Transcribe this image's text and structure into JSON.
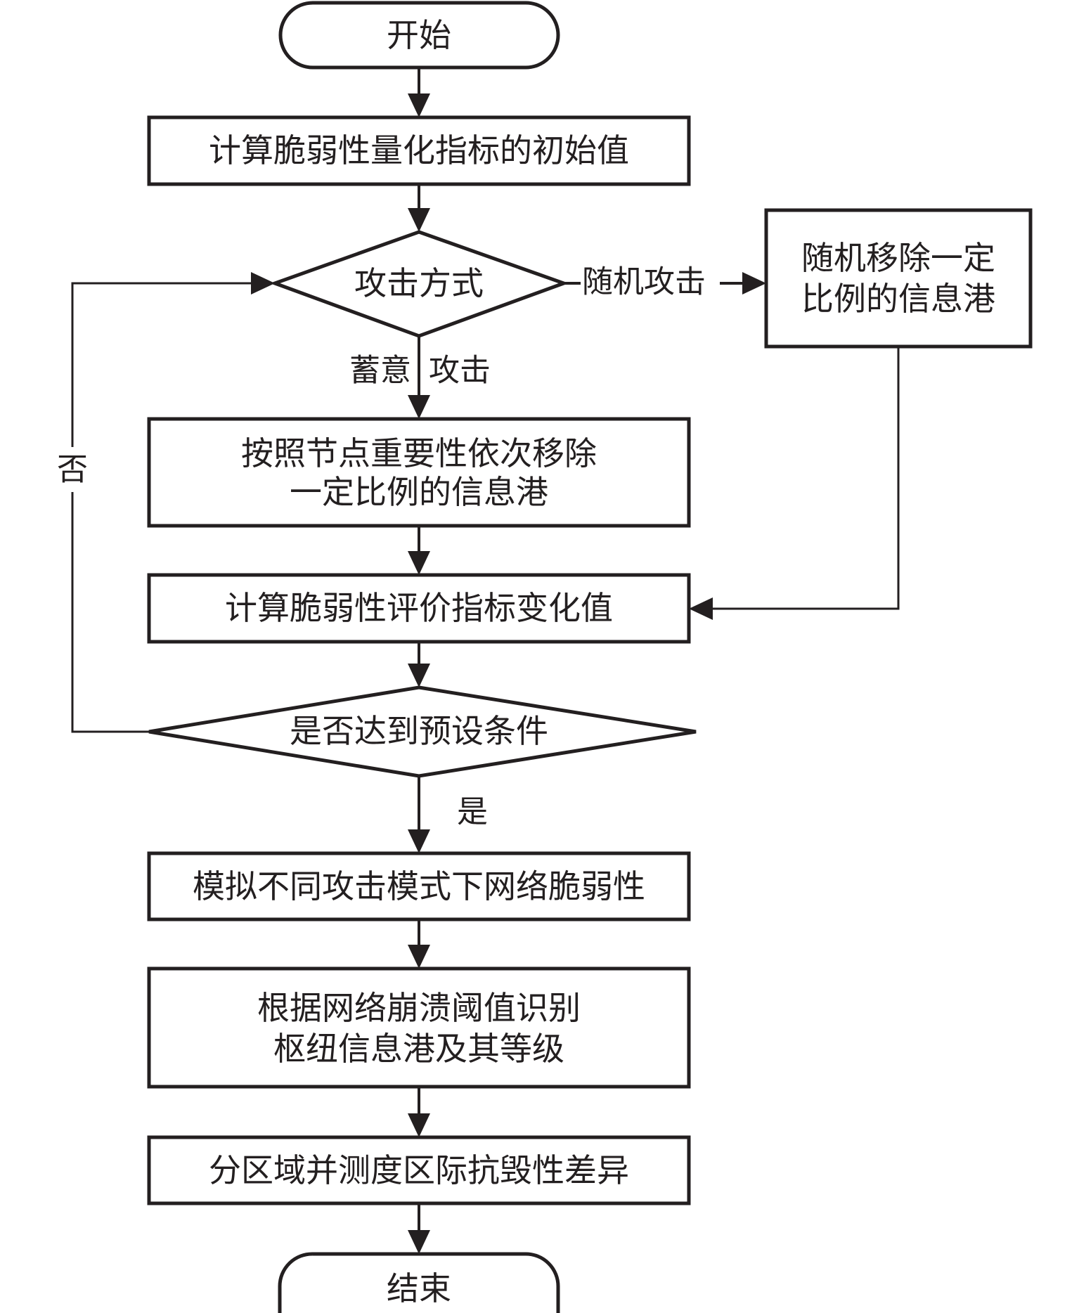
{
  "diagram": {
    "type": "flowchart",
    "nodes": {
      "start": {
        "shape": "terminator",
        "label": "开始"
      },
      "calc_initial": {
        "shape": "process",
        "label": "计算脆弱性量化指标的初始值"
      },
      "attack_mode": {
        "shape": "decision",
        "label": "攻击方式"
      },
      "random_remove": {
        "shape": "process",
        "lines": [
          "随机移除一定",
          "比例的信息港"
        ]
      },
      "targeted_remove": {
        "shape": "process",
        "lines": [
          "按照节点重要性依次移除",
          "一定比例的信息港"
        ]
      },
      "calc_change": {
        "shape": "process",
        "label": "计算脆弱性评价指标变化值"
      },
      "condition": {
        "shape": "decision",
        "label": "是否达到预设条件"
      },
      "simulate": {
        "shape": "process",
        "label": "模拟不同攻击模式下网络脆弱性"
      },
      "identify_hubs": {
        "shape": "process",
        "lines": [
          "根据网络崩溃阈值识别",
          "枢纽信息港及其等级"
        ]
      },
      "regional": {
        "shape": "process",
        "label": "分区域并测度区际抗毁性差异"
      },
      "end": {
        "shape": "terminator",
        "label": "结束"
      }
    },
    "edges": [
      {
        "from": "start",
        "to": "calc_initial",
        "label": ""
      },
      {
        "from": "calc_initial",
        "to": "attack_mode",
        "label": ""
      },
      {
        "from": "attack_mode",
        "to": "random_remove",
        "label": "随机攻击"
      },
      {
        "from": "attack_mode",
        "to": "targeted_remove",
        "label": "蓄意 攻击",
        "label_parts": [
          "蓄意",
          "攻击"
        ]
      },
      {
        "from": "targeted_remove",
        "to": "calc_change",
        "label": ""
      },
      {
        "from": "random_remove",
        "to": "calc_change",
        "label": ""
      },
      {
        "from": "calc_change",
        "to": "condition",
        "label": ""
      },
      {
        "from": "condition",
        "to": "attack_mode",
        "label": "否"
      },
      {
        "from": "condition",
        "to": "simulate",
        "label": "是"
      },
      {
        "from": "simulate",
        "to": "identify_hubs",
        "label": ""
      },
      {
        "from": "identify_hubs",
        "to": "regional",
        "label": ""
      },
      {
        "from": "regional",
        "to": "end",
        "label": ""
      }
    ],
    "colors": {
      "stroke": "#231f20",
      "fill": "#ffffff",
      "text": "#231f20"
    }
  },
  "labels": {
    "random_attack": "随机攻击",
    "targeted_left": "蓄意",
    "targeted_right": "攻击",
    "no": "否",
    "yes": "是"
  }
}
